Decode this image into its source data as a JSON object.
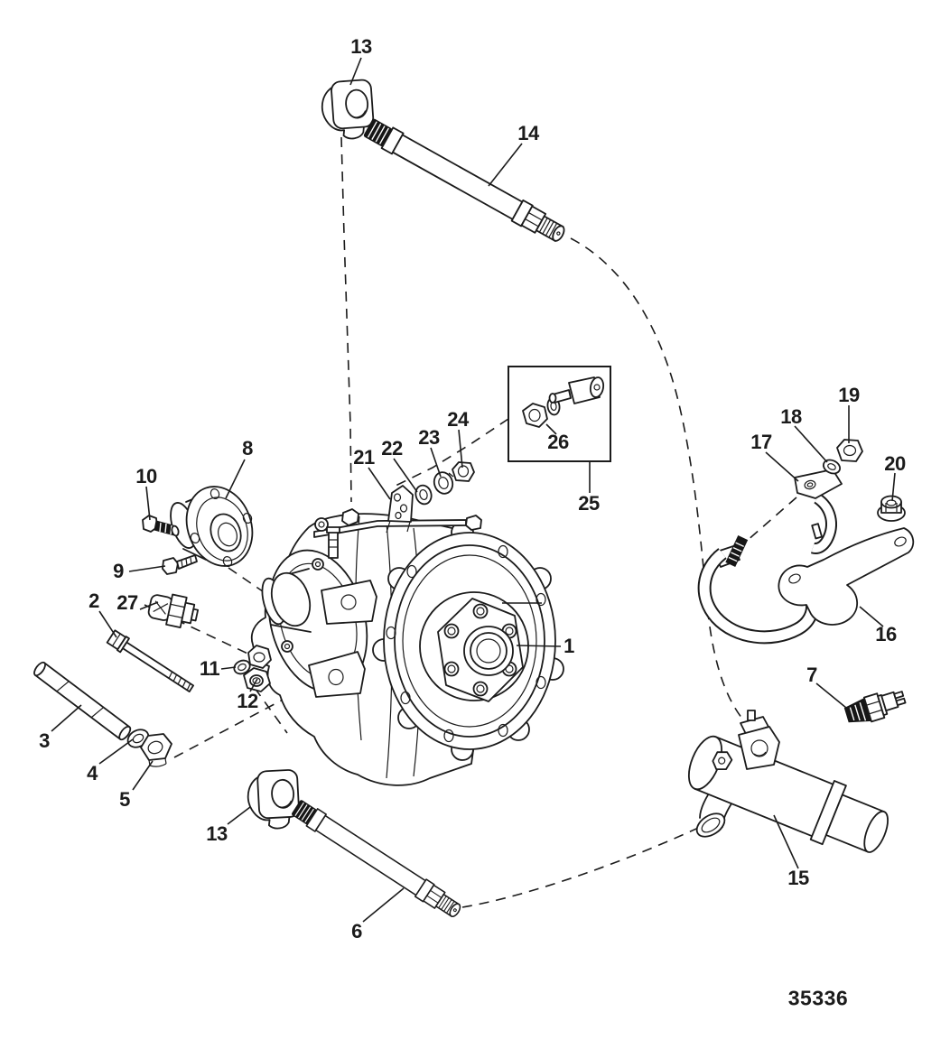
{
  "diagram": {
    "drawing_number": "35336",
    "background_color": "#ffffff",
    "ink_color": "#1b1b1b",
    "style": "exploded-parts-line-drawing"
  },
  "callouts": [
    {
      "label": "13"
    },
    {
      "label": "14"
    },
    {
      "label": "8"
    },
    {
      "label": "10"
    },
    {
      "label": "9"
    },
    {
      "label": "2"
    },
    {
      "label": "27"
    },
    {
      "label": "11"
    },
    {
      "label": "12"
    },
    {
      "label": "3"
    },
    {
      "label": "4"
    },
    {
      "label": "5"
    },
    {
      "label": "13"
    },
    {
      "label": "6"
    },
    {
      "label": "1"
    },
    {
      "label": "21"
    },
    {
      "label": "22"
    },
    {
      "label": "23"
    },
    {
      "label": "24"
    },
    {
      "label": "26"
    },
    {
      "label": "25"
    },
    {
      "label": "17"
    },
    {
      "label": "18"
    },
    {
      "label": "19"
    },
    {
      "label": "20"
    },
    {
      "label": "16"
    },
    {
      "label": "7"
    },
    {
      "label": "15"
    }
  ]
}
